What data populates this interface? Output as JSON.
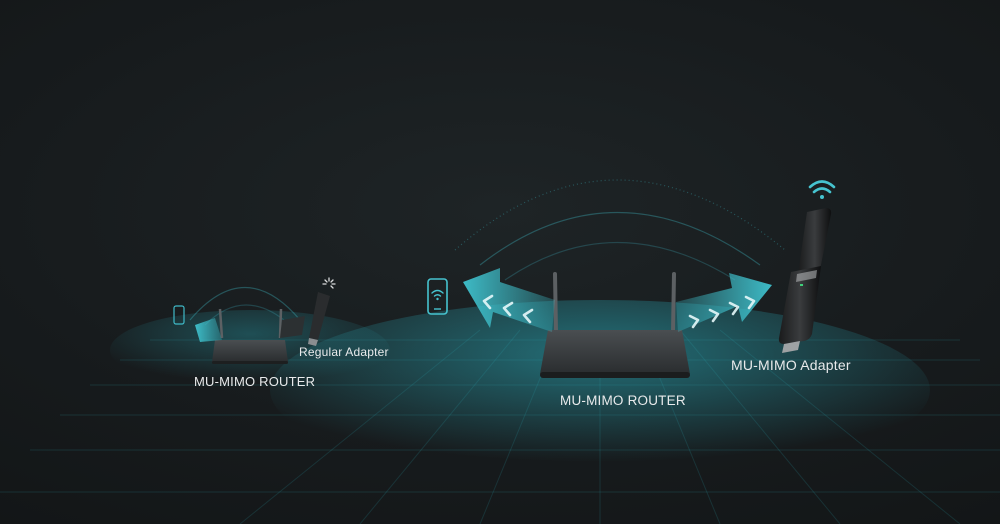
{
  "labels": {
    "small_router": "MU-MIMO ROUTER",
    "regular_adapter": "Regular Adapter",
    "main_router": "MU-MIMO ROUTER",
    "mumimo_adapter": "MU-MIMO Adapter"
  },
  "colors": {
    "background": "#15191a",
    "accent_teal": "#3fb9c7",
    "arrow_teal": "#6fd3dc",
    "router_body": "#3a3e40",
    "text": "#e8eaeb"
  },
  "icons": [
    "wifi-icon",
    "phone-wifi-icon",
    "loading-spinner-icon"
  ]
}
